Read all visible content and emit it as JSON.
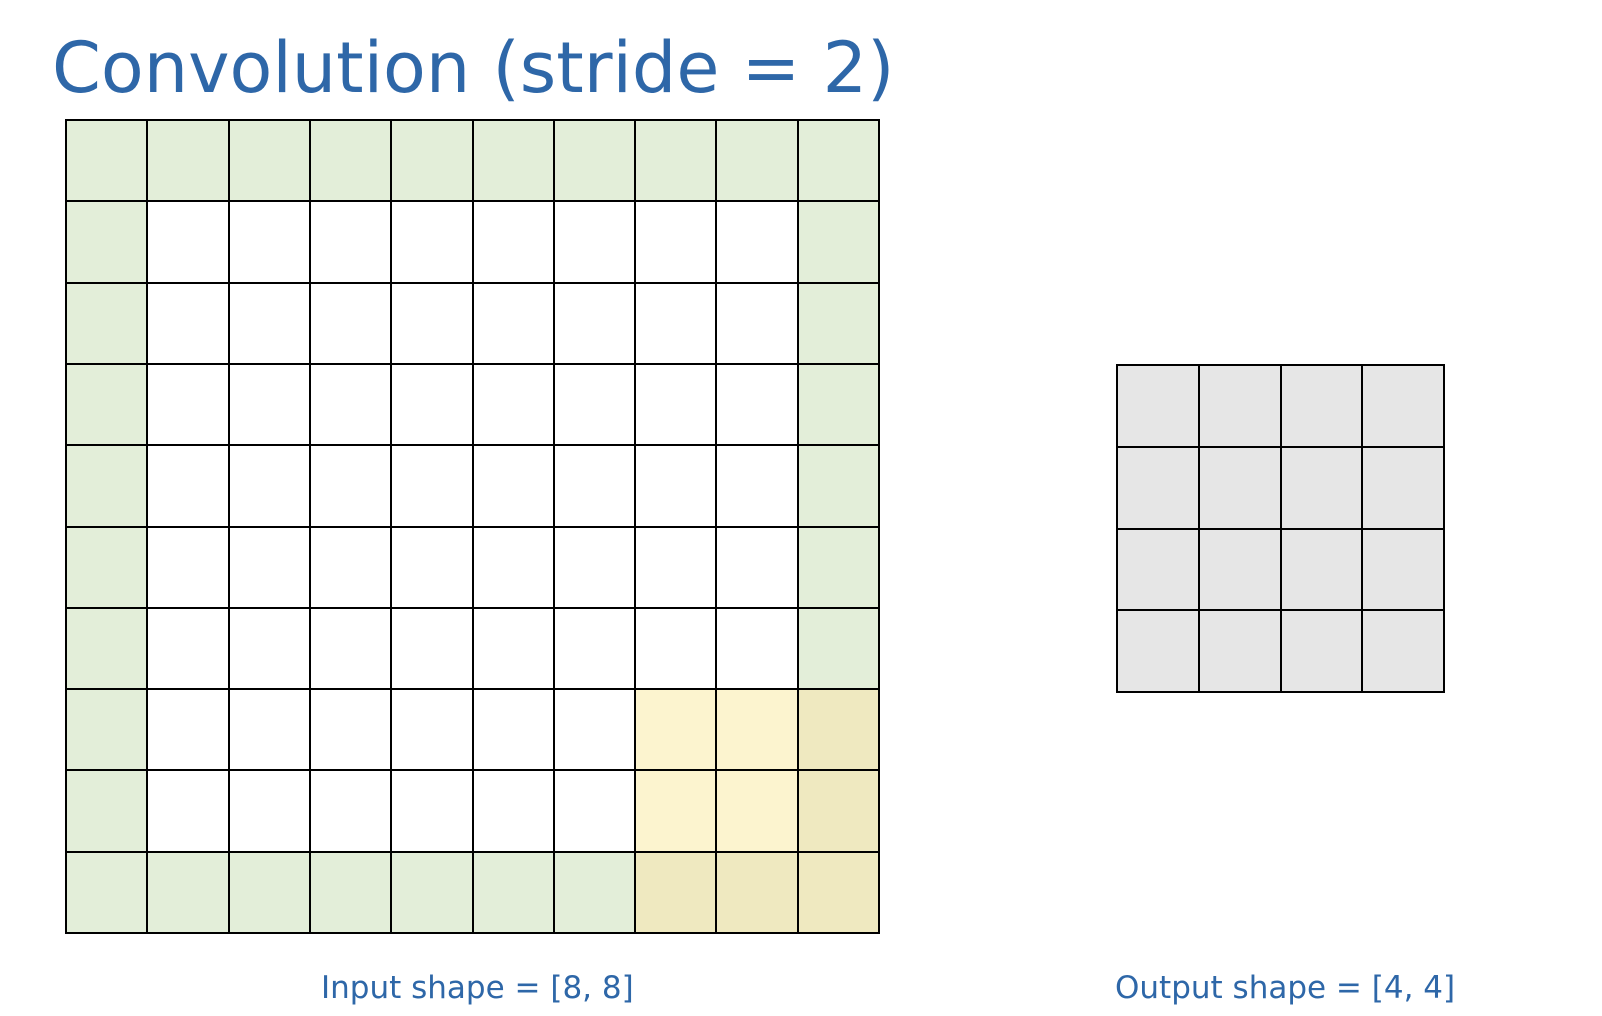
{
  "title": "Convolution (stride = 2)",
  "input_grid": {
    "caption": "Input shape = [8, 8]",
    "rows": 10,
    "cols": 10,
    "padding": 1,
    "kernel_window": {
      "row": 7,
      "col": 7,
      "size": 3
    }
  },
  "output_grid": {
    "caption": "Output shape = [4, 4]",
    "rows": 4,
    "cols": 4
  },
  "colors": {
    "title_text": "#2e67a8",
    "caption_text": "#2e67a8",
    "padding_cell": "#e3eed9",
    "input_cell": "#ffffff",
    "kernel_cell": "#fcf4cf",
    "kernel_padding_overlap": "#efe9c0",
    "output_cell": "#e6e6e6",
    "grid_line": "#000000"
  }
}
